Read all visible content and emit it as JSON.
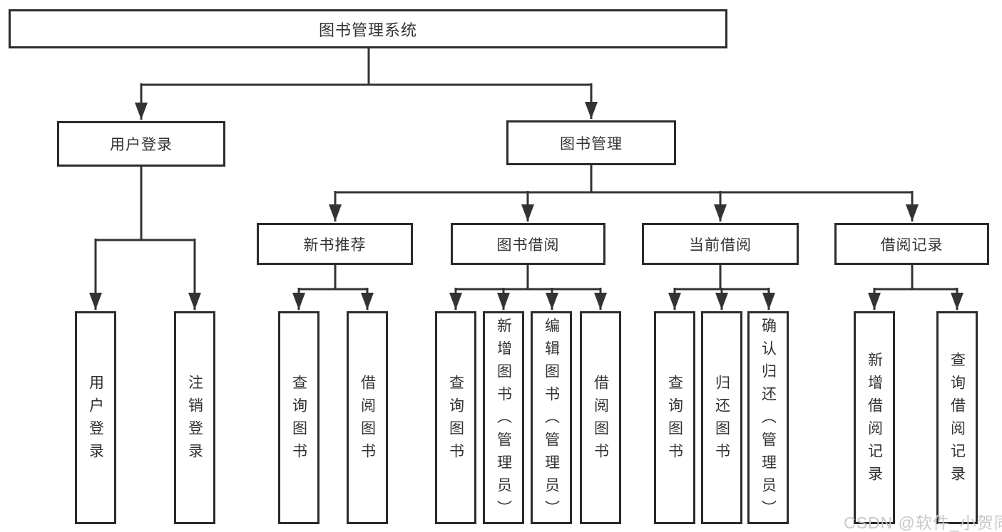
{
  "tree": {
    "label": "图书管理系统",
    "children": [
      {
        "label": "用户登录",
        "children": [
          {
            "label": "用户登录"
          },
          {
            "label": "注销登录"
          }
        ]
      },
      {
        "label": "图书管理",
        "children": [
          {
            "label": "新书推荐",
            "children": [
              {
                "label": "查询图书"
              },
              {
                "label": "借阅图书"
              }
            ]
          },
          {
            "label": "图书借阅",
            "children": [
              {
                "label": "查询图书"
              },
              {
                "label": "新增图书（管理员）"
              },
              {
                "label": "编辑图书（管理员）"
              },
              {
                "label": "借阅图书"
              }
            ]
          },
          {
            "label": "当前借阅",
            "children": [
              {
                "label": "查询图书"
              },
              {
                "label": "归还图书"
              },
              {
                "label": "确认归还（管理员）"
              }
            ]
          },
          {
            "label": "借阅记录",
            "children": [
              {
                "label": "新增借阅记录"
              },
              {
                "label": "查询借阅记录"
              }
            ]
          }
        ]
      }
    ]
  },
  "watermark": {
    "text": "CSDN @软件_小贺同学"
  },
  "colors": {
    "line": "#333333",
    "box_border": "#2b2b2b",
    "text": "#333333",
    "background": "#ffffff",
    "watermark": "#c6c6c6"
  }
}
